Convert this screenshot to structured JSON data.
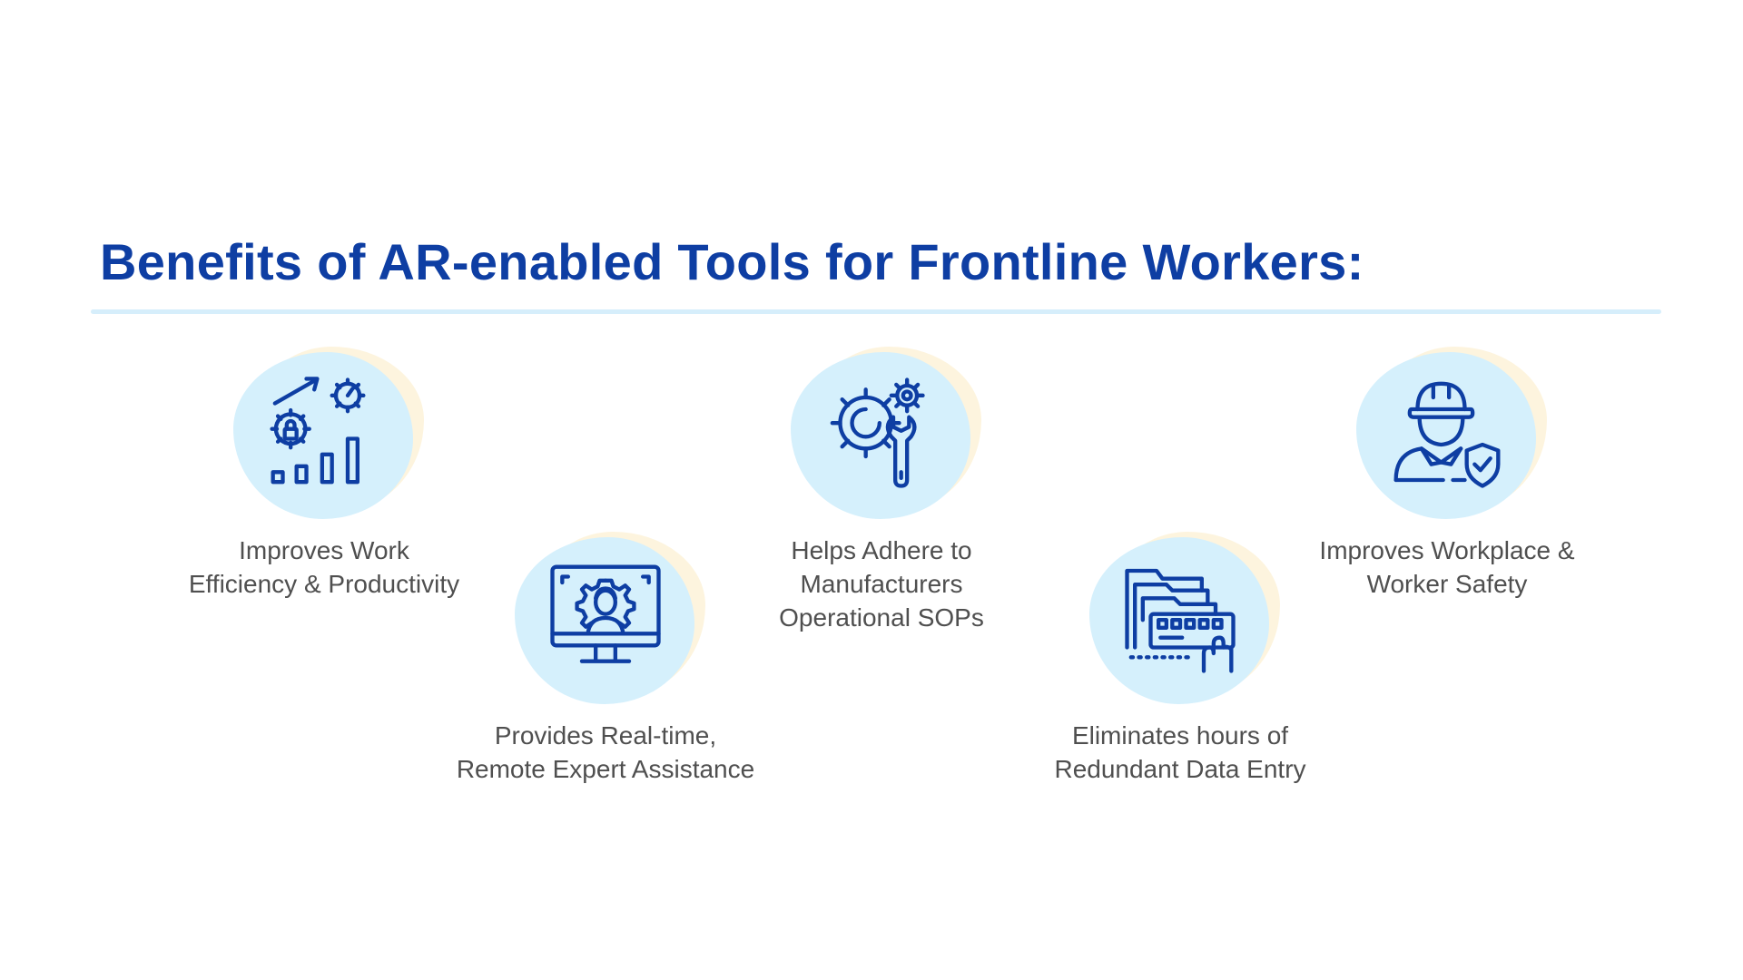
{
  "page": {
    "title": "Benefits of AR-enabled Tools for Frontline Workers:"
  },
  "colors": {
    "title": "#0e3ea3",
    "icon_stroke": "#0e3ea3",
    "blob_blue": "#d5f0fc",
    "blob_cream": "#fdf4de",
    "divider": "#d6eefb",
    "label_text": "#4f4f4f"
  },
  "benefits": [
    {
      "icon": "productivity-gears-chart-icon",
      "label": "Improves Work\nEfficiency & Productivity"
    },
    {
      "icon": "remote-expert-monitor-icon",
      "label": "Provides Real-time,\nRemote Expert Assistance"
    },
    {
      "icon": "gear-wrench-sop-icon",
      "label": "Helps Adhere to\nManufacturers\nOperational SOPs"
    },
    {
      "icon": "folder-keyboard-data-entry-icon",
      "label": "Eliminates hours of\nRedundant Data Entry"
    },
    {
      "icon": "worker-helmet-shield-icon",
      "label": "Improves Workplace &\nWorker Safety"
    }
  ]
}
